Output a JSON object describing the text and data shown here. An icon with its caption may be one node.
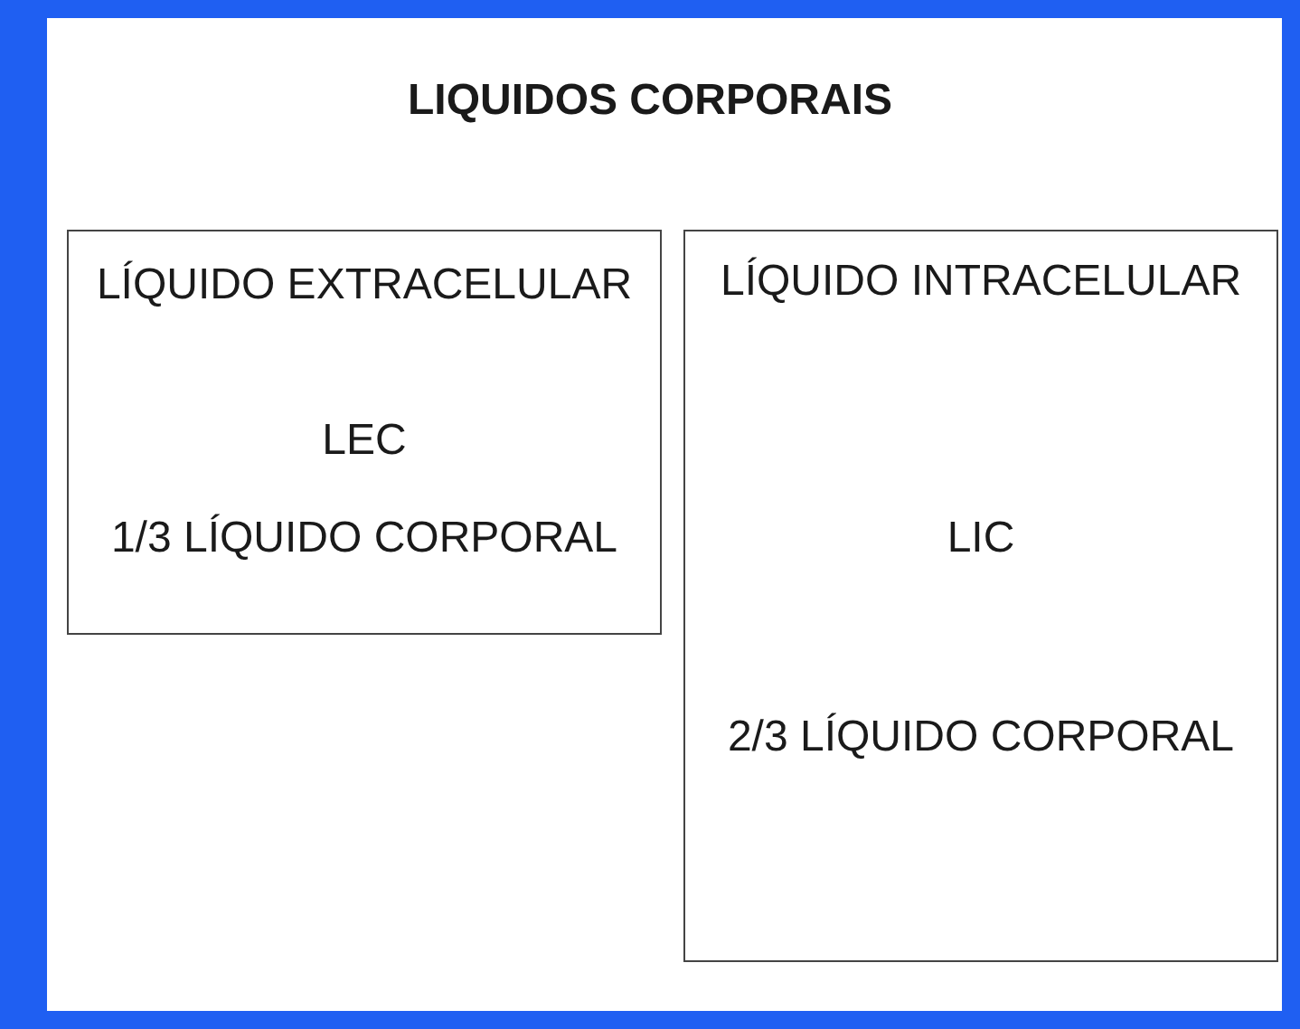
{
  "diagram": {
    "title": "LIQUIDOS CORPORAIS",
    "nodes": [
      {
        "text": [
          "LÍQUIDO EXTRACELULAR",
          "LEC",
          "1/3 LÍQUIDO CORPORAL"
        ]
      },
      {
        "text": [
          "LÍQUIDO INTRACELULAR",
          "LIC",
          "2/3 LÍQUIDO CORPORAL"
        ]
      }
    ],
    "edges": []
  }
}
